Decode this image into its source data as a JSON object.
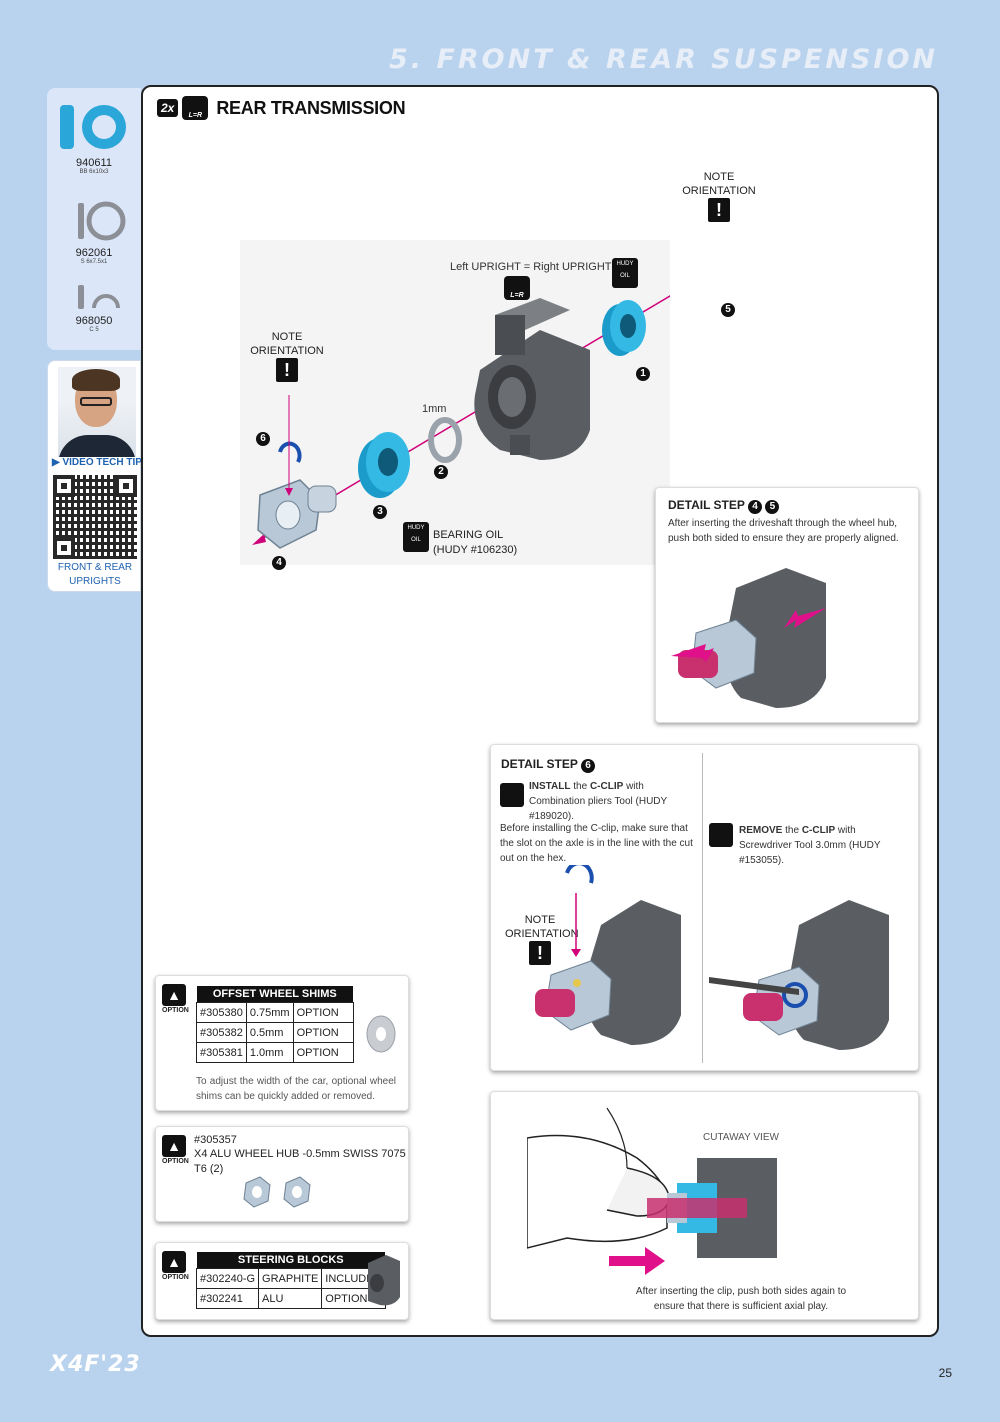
{
  "section_title": "5. FRONT & REAR SUSPENSION",
  "parts": [
    {
      "code": "940611",
      "size": "BB 6x10x3"
    },
    {
      "code": "962061",
      "size": "S 6x7.5x1"
    },
    {
      "code": "968050",
      "size": "C 5"
    }
  ],
  "video": {
    "label": "VIDEO TECH TIP",
    "caption_line1": "FRONT & REAR",
    "caption_line2": "UPRIGHTS"
  },
  "step": {
    "badge": "2x",
    "lr": "L=R",
    "title": "REAR TRANSMISSION"
  },
  "diagram": {
    "note1_l1": "NOTE",
    "note1_l2": "ORIENTATION",
    "note2_l1": "NOTE",
    "note2_l2": "ORIENTATION",
    "upright_label": "Left UPRIGHT = Right UPRIGHT",
    "lr": "L=R",
    "shim_label": "1mm",
    "oil_l1": "BEARING OIL",
    "oil_l2": "(HUDY #106230)",
    "hudy": "HUDY",
    "oil": "OIL",
    "n1": "1",
    "n2": "2",
    "n3": "3",
    "n4": "4",
    "n5": "5",
    "n6": "6"
  },
  "detail45": {
    "head": "DETAIL STEP",
    "n1": "4",
    "n2": "5",
    "text": "After inserting the driveshaft through the wheel hub, push both sided to ensure they are properly aligned."
  },
  "detail6": {
    "head": "DETAIL STEP",
    "n": "6",
    "install_bold1": "INSTALL",
    "install_mid": " the ",
    "install_bold2": "C-CLIP",
    "install_rest": " with Combination pliers Tool (HUDY #189020).",
    "before": "Before installing the C-clip, make sure that the slot on the axle is in the line with the cut out on the hex.",
    "note_l1": "NOTE",
    "note_l2": "ORIENTATION",
    "remove_bold1": "REMOVE",
    "remove_mid": " the ",
    "remove_bold2": "C-CLIP",
    "remove_rest": " with Screwdriver Tool 3.0mm (HUDY #153055)."
  },
  "cutaway": {
    "label": "CUTAWAY VIEW",
    "text": "After inserting the clip, push both sides again to ensure that there is sufficient axial play."
  },
  "options": {
    "label": "OPTION",
    "shims": {
      "title": "OFFSET WHEEL SHIMS",
      "rows": [
        [
          "#305380",
          "0.75mm",
          "OPTION"
        ],
        [
          "#305382",
          "0.5mm",
          "OPTION"
        ],
        [
          "#305381",
          "1.0mm",
          "OPTION"
        ]
      ],
      "text": "To adjust the width of the car, optional wheel shims can be quickly added or removed."
    },
    "hub": {
      "code": "#305357",
      "desc": "X4 ALU WHEEL HUB -0.5mm SWISS 7075 T6 (2)"
    },
    "steering": {
      "title": "STEERING BLOCKS",
      "rows": [
        [
          "#302240-G",
          "GRAPHITE",
          "INCLUDED"
        ],
        [
          "#302241",
          "ALU",
          "OPTION"
        ]
      ]
    }
  },
  "footer": {
    "logo": "X4F'23",
    "page": "25"
  }
}
